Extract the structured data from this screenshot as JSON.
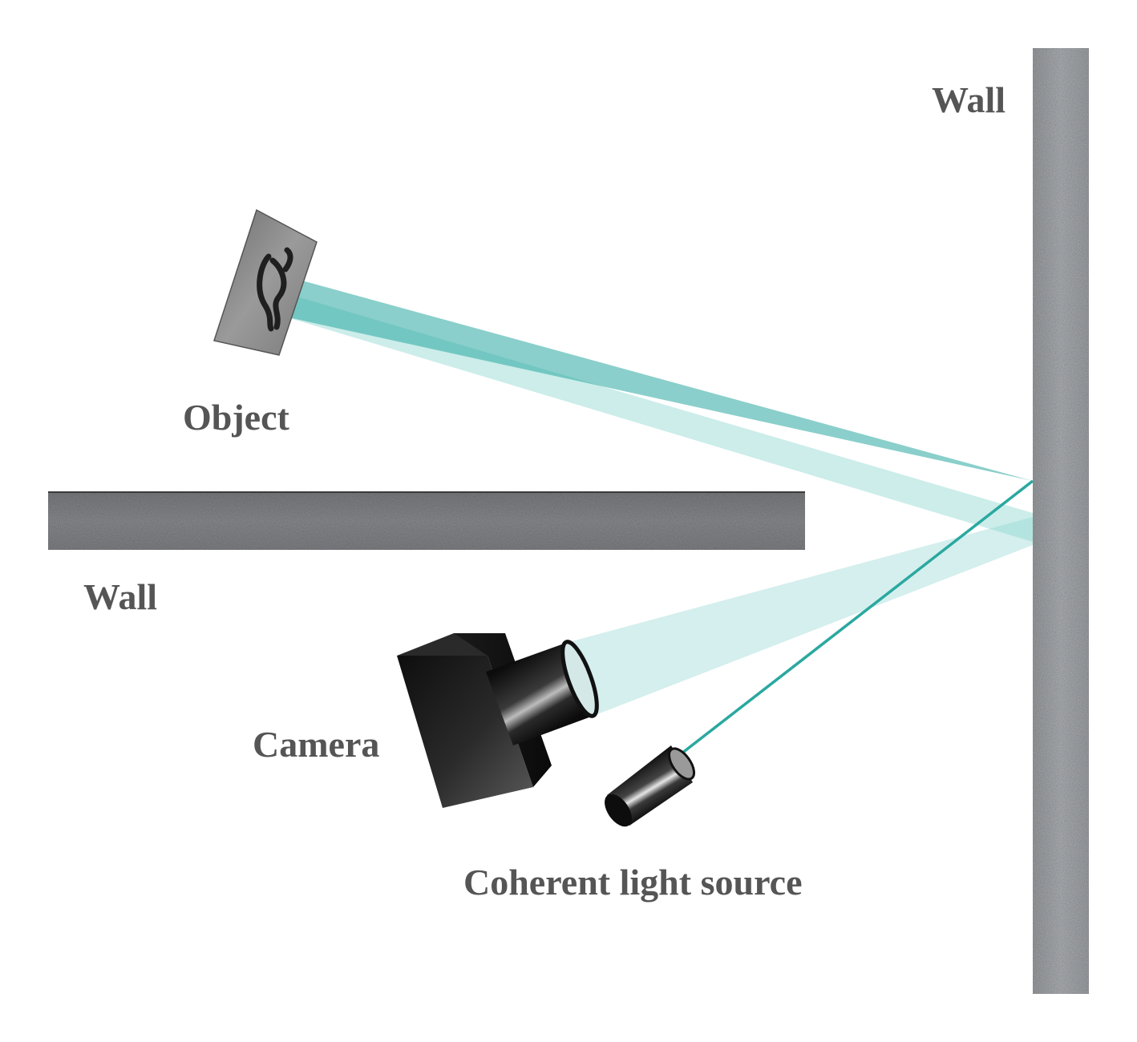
{
  "labels": {
    "wall_right": "Wall",
    "object": "Object",
    "wall_left": "Wall",
    "camera": "Camera",
    "light_source": "Coherent light source"
  },
  "colors": {
    "beam": "#2aa8a0",
    "beam_light": "#8fd6d0",
    "wall": "#a9acb0",
    "wall_left": "#8c8e91",
    "label": "#555555",
    "camera_body": "#1c1c1c"
  }
}
